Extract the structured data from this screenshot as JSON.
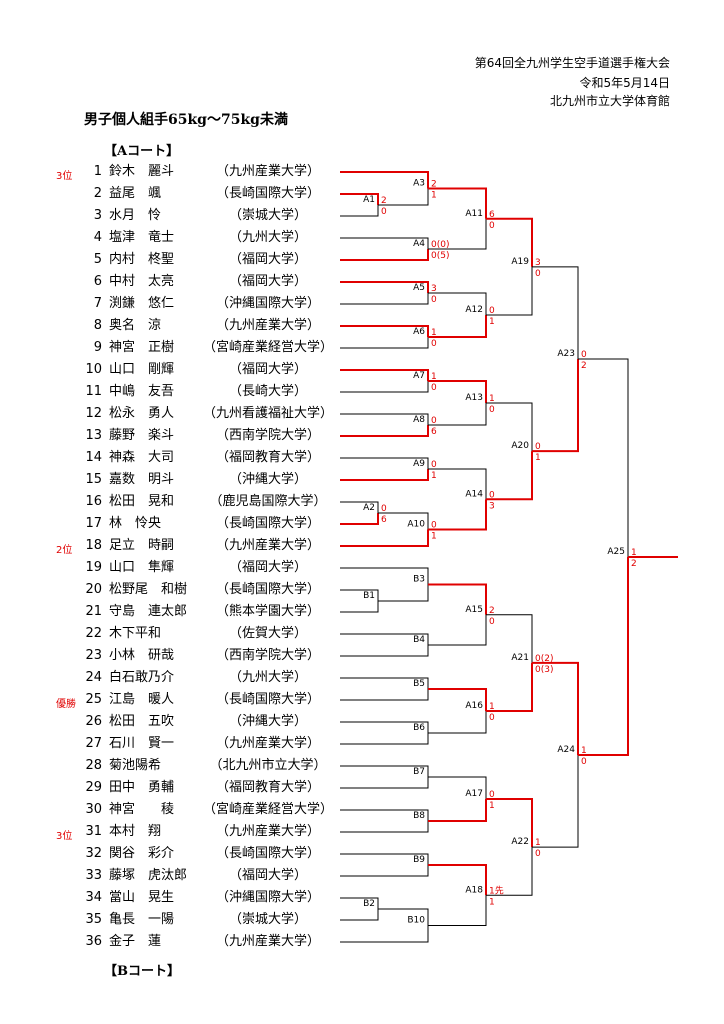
{
  "header": {
    "event": "第64回全九州学生空手道選手権大会",
    "date": "令和5年5月14日",
    "venue": "北九州市立大学体育館"
  },
  "title": "男子個人組手65kg～75kg未満",
  "courts": {
    "a": "【Aコート】",
    "b": "【Bコート】"
  },
  "entries": [
    {
      "rank": "3位",
      "num": "1",
      "name": "鈴木　麗斗",
      "univ": "（九州産業大学）"
    },
    {
      "rank": "",
      "num": "2",
      "name": "益尾　颯",
      "univ": "（長崎国際大学）"
    },
    {
      "rank": "",
      "num": "3",
      "name": "水月　怜",
      "univ": "（崇城大学）"
    },
    {
      "rank": "",
      "num": "4",
      "name": "塩津　竜士",
      "univ": "（九州大学）"
    },
    {
      "rank": "",
      "num": "5",
      "name": "内村　柊聖",
      "univ": "（福岡大学）"
    },
    {
      "rank": "",
      "num": "6",
      "name": "中村　太亮",
      "univ": "（福岡大学）"
    },
    {
      "rank": "",
      "num": "7",
      "name": "渕鎌　悠仁",
      "univ": "（沖縄国際大学）"
    },
    {
      "rank": "",
      "num": "8",
      "name": "奥名　涼",
      "univ": "（九州産業大学）"
    },
    {
      "rank": "",
      "num": "9",
      "name": "神宮　正樹",
      "univ": "（宮崎産業経営大学）"
    },
    {
      "rank": "",
      "num": "10",
      "name": "山口　剛輝",
      "univ": "（福岡大学）"
    },
    {
      "rank": "",
      "num": "11",
      "name": "中嶋　友吾",
      "univ": "（長崎大学）"
    },
    {
      "rank": "",
      "num": "12",
      "name": "松永　勇人",
      "univ": "（九州看護福祉大学）"
    },
    {
      "rank": "",
      "num": "13",
      "name": "藤野　楽斗",
      "univ": "（西南学院大学）"
    },
    {
      "rank": "",
      "num": "14",
      "name": "神森　大司",
      "univ": "（福岡教育大学）"
    },
    {
      "rank": "",
      "num": "15",
      "name": "嘉数　明斗",
      "univ": "（沖縄大学）"
    },
    {
      "rank": "",
      "num": "16",
      "name": "松田　晃和",
      "univ": "（鹿児島国際大学）"
    },
    {
      "rank": "",
      "num": "17",
      "name": "林　怜央",
      "univ": "（長崎国際大学）"
    },
    {
      "rank": "2位",
      "num": "18",
      "name": "足立　時嗣",
      "univ": "（九州産業大学）"
    },
    {
      "rank": "",
      "num": "19",
      "name": "山口　隼輝",
      "univ": "（福岡大学）"
    },
    {
      "rank": "",
      "num": "20",
      "name": "松野尾　和樹",
      "univ": "（長崎国際大学）"
    },
    {
      "rank": "",
      "num": "21",
      "name": "守島　連太郎",
      "univ": "（熊本学園大学）"
    },
    {
      "rank": "",
      "num": "22",
      "name": "木下平和",
      "univ": "（佐賀大学）"
    },
    {
      "rank": "",
      "num": "23",
      "name": "小林　研哉",
      "univ": "（西南学院大学）"
    },
    {
      "rank": "",
      "num": "24",
      "name": "白石敢乃介",
      "univ": "（九州大学）"
    },
    {
      "rank": "優勝",
      "num": "25",
      "name": "江島　暖人",
      "univ": "（長崎国際大学）"
    },
    {
      "rank": "",
      "num": "26",
      "name": "松田　五吹",
      "univ": "（沖縄大学）"
    },
    {
      "rank": "",
      "num": "27",
      "name": "石川　賢一",
      "univ": "（九州産業大学）"
    },
    {
      "rank": "",
      "num": "28",
      "name": "菊池陽希",
      "univ": "（北九州市立大学）"
    },
    {
      "rank": "",
      "num": "29",
      "name": "田中　勇輔",
      "univ": "（福岡教育大学）"
    },
    {
      "rank": "",
      "num": "30",
      "name": "神宮　　稜",
      "univ": "（宮崎産業経営大学）"
    },
    {
      "rank": "3位",
      "num": "31",
      "name": "本村　翔",
      "univ": "（九州産業大学）"
    },
    {
      "rank": "",
      "num": "32",
      "name": "関谷　彩介",
      "univ": "（長崎国際大学）"
    },
    {
      "rank": "",
      "num": "33",
      "name": "藤塚　虎汰郎",
      "univ": "（福岡大学）"
    },
    {
      "rank": "",
      "num": "34",
      "name": "當山　晃生",
      "univ": "（沖縄国際大学）"
    },
    {
      "rank": "",
      "num": "35",
      "name": "亀長　一陽",
      "univ": "（崇城大学）"
    },
    {
      "rank": "",
      "num": "36",
      "name": "金子　蓮",
      "univ": "（九州産業大学）"
    }
  ],
  "matches": [
    {
      "id": "A1",
      "s1": "2",
      "s2": "0"
    },
    {
      "id": "A2",
      "s1": "0",
      "s2": "6"
    },
    {
      "id": "A3",
      "s1": "2",
      "s2": "1"
    },
    {
      "id": "A4",
      "s1": "0(0)",
      "s2": "0(5)"
    },
    {
      "id": "A5",
      "s1": "3",
      "s2": "0"
    },
    {
      "id": "A6",
      "s1": "1",
      "s2": "0"
    },
    {
      "id": "A7",
      "s1": "1",
      "s2": "0"
    },
    {
      "id": "A8",
      "s1": "0",
      "s2": "6"
    },
    {
      "id": "A9",
      "s1": "0",
      "s2": "1"
    },
    {
      "id": "A10",
      "s1": "0",
      "s2": "1"
    },
    {
      "id": "A11",
      "s1": "6",
      "s2": "0"
    },
    {
      "id": "A12",
      "s1": "0",
      "s2": "1"
    },
    {
      "id": "A13",
      "s1": "1",
      "s2": "0"
    },
    {
      "id": "A14",
      "s1": "0",
      "s2": "3"
    },
    {
      "id": "A15",
      "s1": "2",
      "s2": "0"
    },
    {
      "id": "A16",
      "s1": "1",
      "s2": "0"
    },
    {
      "id": "A17",
      "s1": "0",
      "s2": "1"
    },
    {
      "id": "A18",
      "s1": "1先",
      "s2": "1"
    },
    {
      "id": "A19",
      "s1": "3",
      "s2": "0"
    },
    {
      "id": "A20",
      "s1": "0",
      "s2": "1"
    },
    {
      "id": "A21",
      "s1": "0(2)",
      "s2": "0(3)"
    },
    {
      "id": "A22",
      "s1": "1",
      "s2": "0"
    },
    {
      "id": "A23",
      "s1": "0",
      "s2": "2"
    },
    {
      "id": "A24",
      "s1": "1",
      "s2": "0"
    },
    {
      "id": "A25",
      "s1": "1",
      "s2": "2"
    },
    {
      "id": "B1",
      "s1": "",
      "s2": ""
    },
    {
      "id": "B2",
      "s1": "",
      "s2": ""
    },
    {
      "id": "B3",
      "s1": "",
      "s2": ""
    },
    {
      "id": "B4",
      "s1": "",
      "s2": ""
    },
    {
      "id": "B5",
      "s1": "",
      "s2": ""
    },
    {
      "id": "B6",
      "s1": "",
      "s2": ""
    },
    {
      "id": "B7",
      "s1": "",
      "s2": ""
    },
    {
      "id": "B8",
      "s1": "",
      "s2": ""
    },
    {
      "id": "B9",
      "s1": "",
      "s2": ""
    },
    {
      "id": "B10",
      "s1": "",
      "s2": ""
    }
  ]
}
